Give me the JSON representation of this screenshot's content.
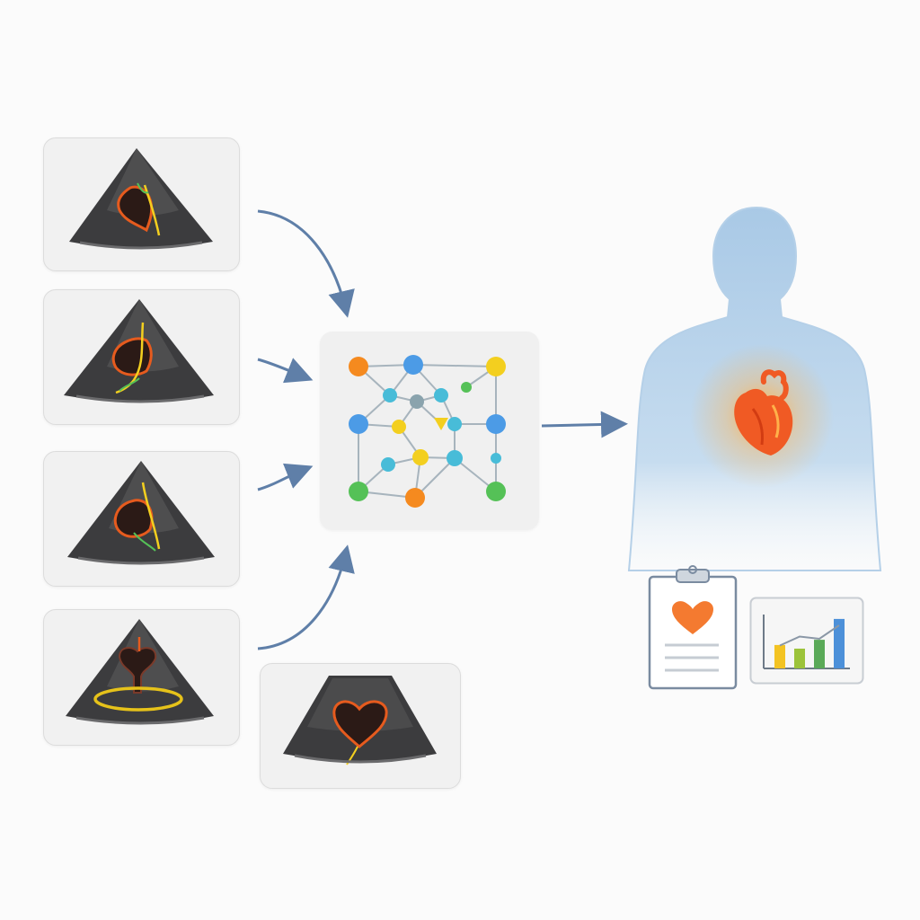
{
  "diagram": {
    "inputs": [
      {
        "id": "scan-1",
        "view": "apical"
      },
      {
        "id": "scan-2",
        "view": "apical"
      },
      {
        "id": "scan-3",
        "view": "apical"
      },
      {
        "id": "scan-4",
        "view": "short-axis"
      },
      {
        "id": "scan-5",
        "view": "apical"
      }
    ],
    "model": {
      "kind": "network-graph"
    },
    "output": {
      "kind": "patient-heart",
      "artifacts": [
        "clinical-report",
        "metrics-chart"
      ]
    },
    "colors": {
      "arrow": "#5f7fa8",
      "sector": "#3c3c3e",
      "heart_glow": "#ff7a2a",
      "body": "#b9d4ea",
      "node_orange": "#f58a1f",
      "node_blue": "#4c9be6",
      "node_yellow": "#f3cf1f",
      "node_green": "#55c157",
      "node_teal": "#48bcd8",
      "node_grey": "#8aa3ad"
    },
    "icons": [
      "ultrasound-sector-icon",
      "heart-icon",
      "clipboard-icon",
      "bar-chart-icon"
    ],
    "metrics_chart": {
      "type": "bar",
      "values": [
        0.45,
        0.38,
        0.55,
        0.95
      ],
      "colors": [
        "#f3c322",
        "#9cc33a",
        "#5aa958",
        "#4c90d9"
      ],
      "trend": [
        0.35,
        0.55,
        0.5,
        0.8
      ]
    }
  }
}
